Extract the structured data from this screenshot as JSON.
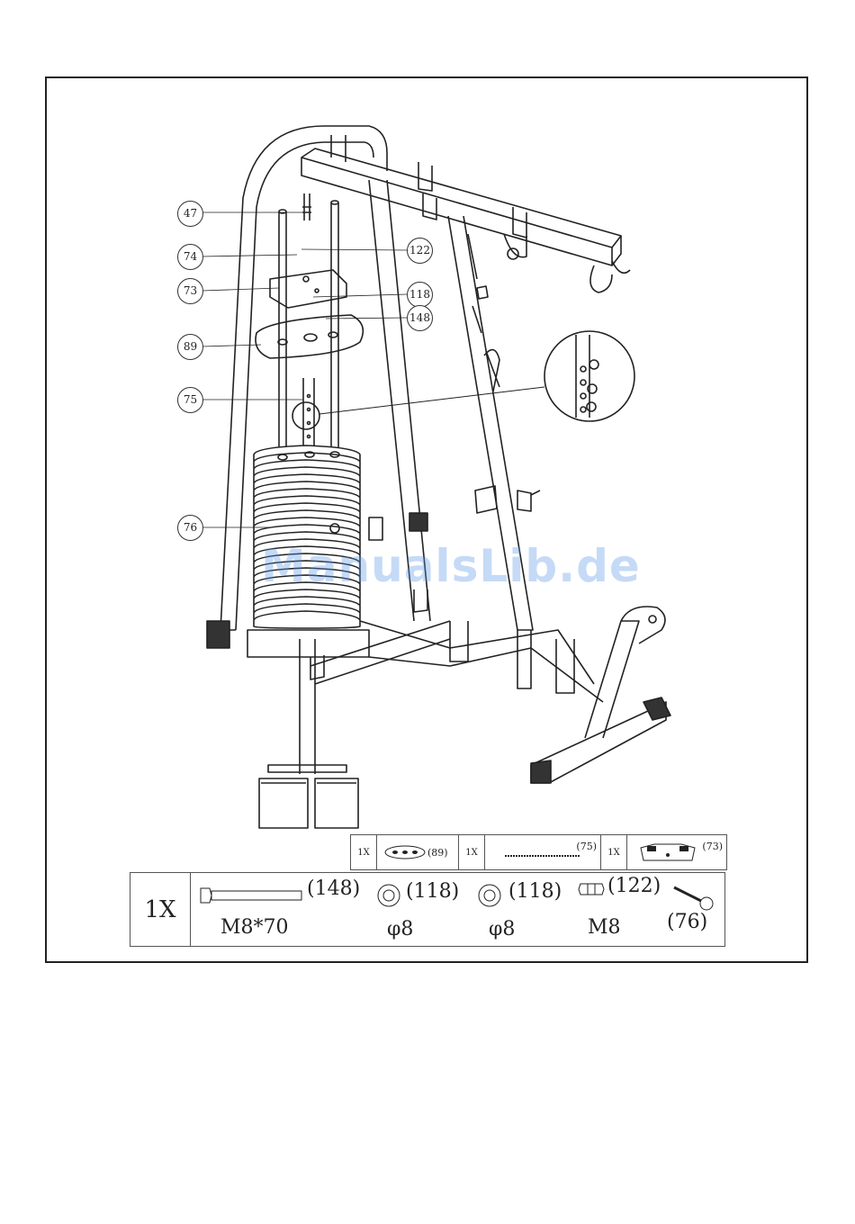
{
  "page": {
    "watermark": "ManualsLib.de"
  },
  "callouts": [
    {
      "label": "47"
    },
    {
      "label": "74"
    },
    {
      "label": "73"
    },
    {
      "label": "89"
    },
    {
      "label": "75"
    },
    {
      "label": "76"
    },
    {
      "label": "122"
    },
    {
      "label": "118"
    },
    {
      "label": "148"
    }
  ],
  "parts_top": {
    "items": [
      {
        "qty": "1X",
        "ref": "(89)"
      },
      {
        "qty": "1X",
        "ref": "(75)"
      },
      {
        "qty": "1X",
        "ref": "(73)"
      }
    ]
  },
  "parts_main": {
    "qty": "1X",
    "items": [
      {
        "ref": "(148)",
        "spec": "M8*70",
        "icon": "bolt-icon"
      },
      {
        "ref": "(118)",
        "spec": "φ8",
        "icon": "washer-icon"
      },
      {
        "ref": "(118)",
        "spec": "φ8",
        "icon": "washer-icon"
      },
      {
        "ref": "(122)",
        "spec": "M8",
        "icon": "nut-icon"
      },
      {
        "ref": "(76)",
        "spec": "",
        "icon": "pin-icon"
      }
    ]
  }
}
